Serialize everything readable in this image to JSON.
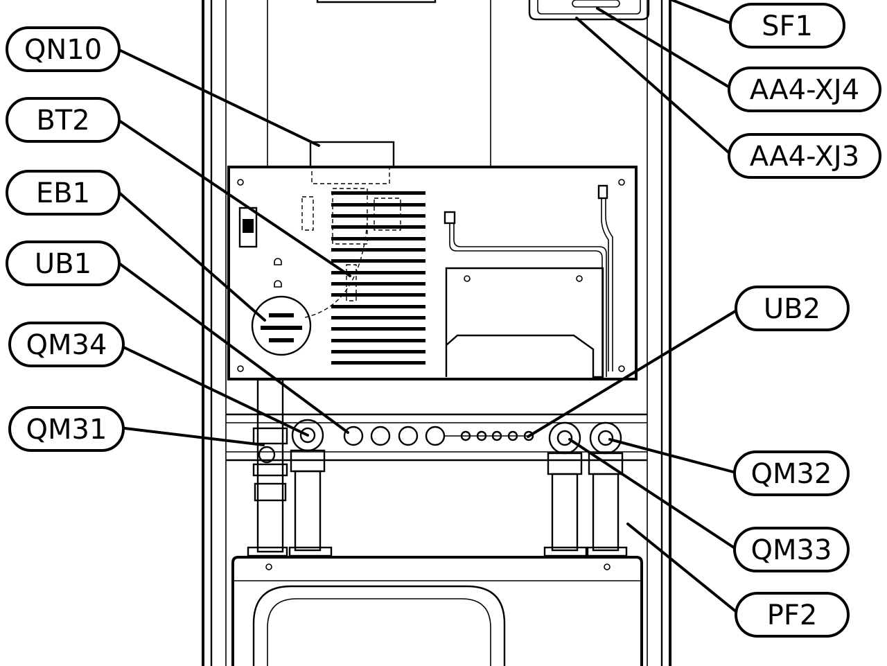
{
  "diagram": {
    "labels": {
      "qn10": "QN10",
      "bt2": "BT2",
      "eb1": "EB1",
      "ub1": "UB1",
      "qm34": "QM34",
      "qm31": "QM31",
      "sf1": "SF1",
      "aa4_xj4": "AA4-XJ4",
      "aa4_xj3": "AA4-XJ3",
      "ub2": "UB2",
      "qm32": "QM32",
      "qm33": "QM33",
      "pf2": "PF2"
    }
  }
}
